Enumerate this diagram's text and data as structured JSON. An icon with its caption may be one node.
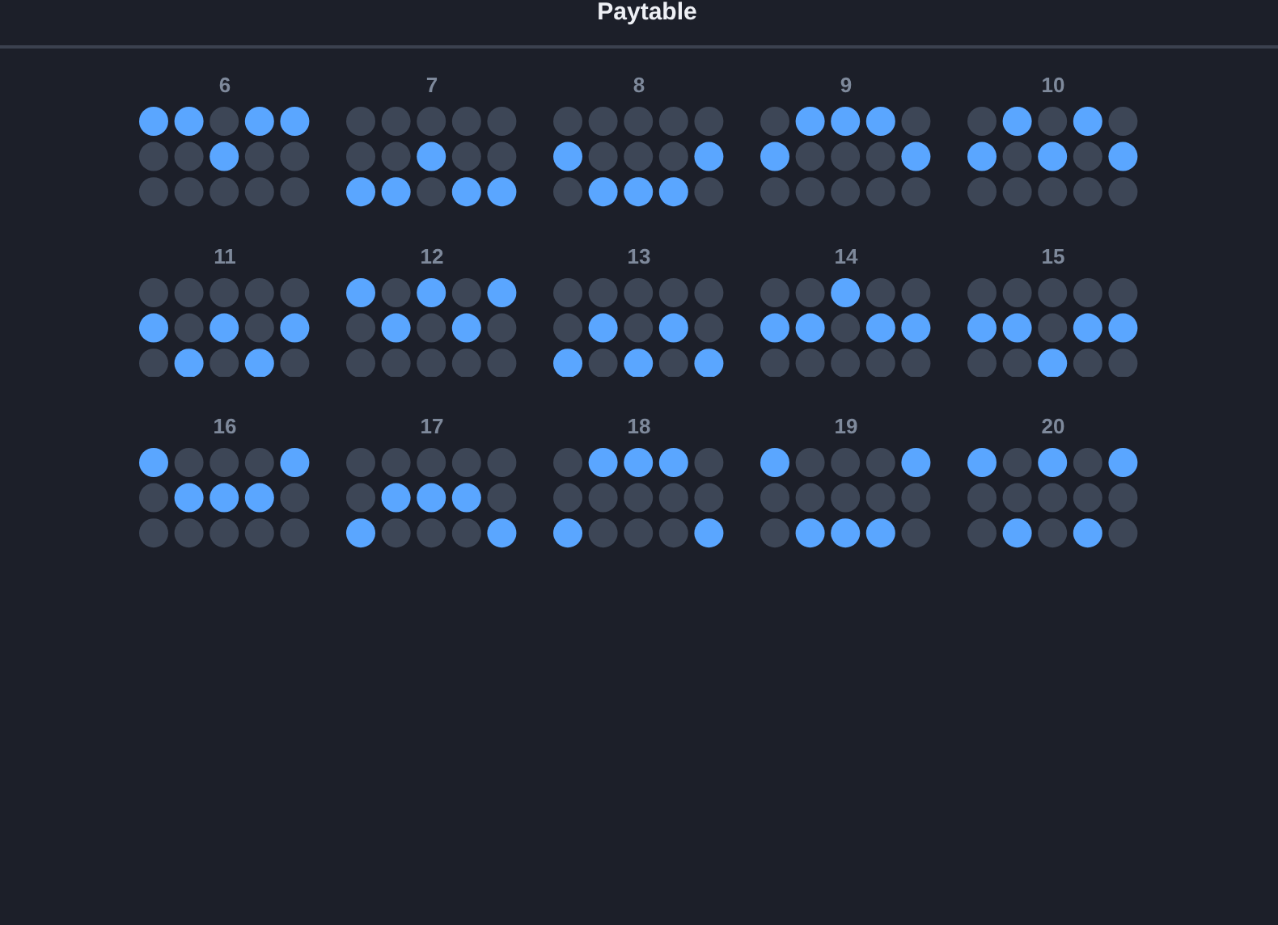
{
  "diagram": {
    "title": "Paytable",
    "labels": [
      "6",
      "7",
      "8",
      "9",
      "10",
      "11",
      "12",
      "13",
      "14",
      "15",
      "16",
      "17",
      "18",
      "19",
      "20"
    ]
  }
}
